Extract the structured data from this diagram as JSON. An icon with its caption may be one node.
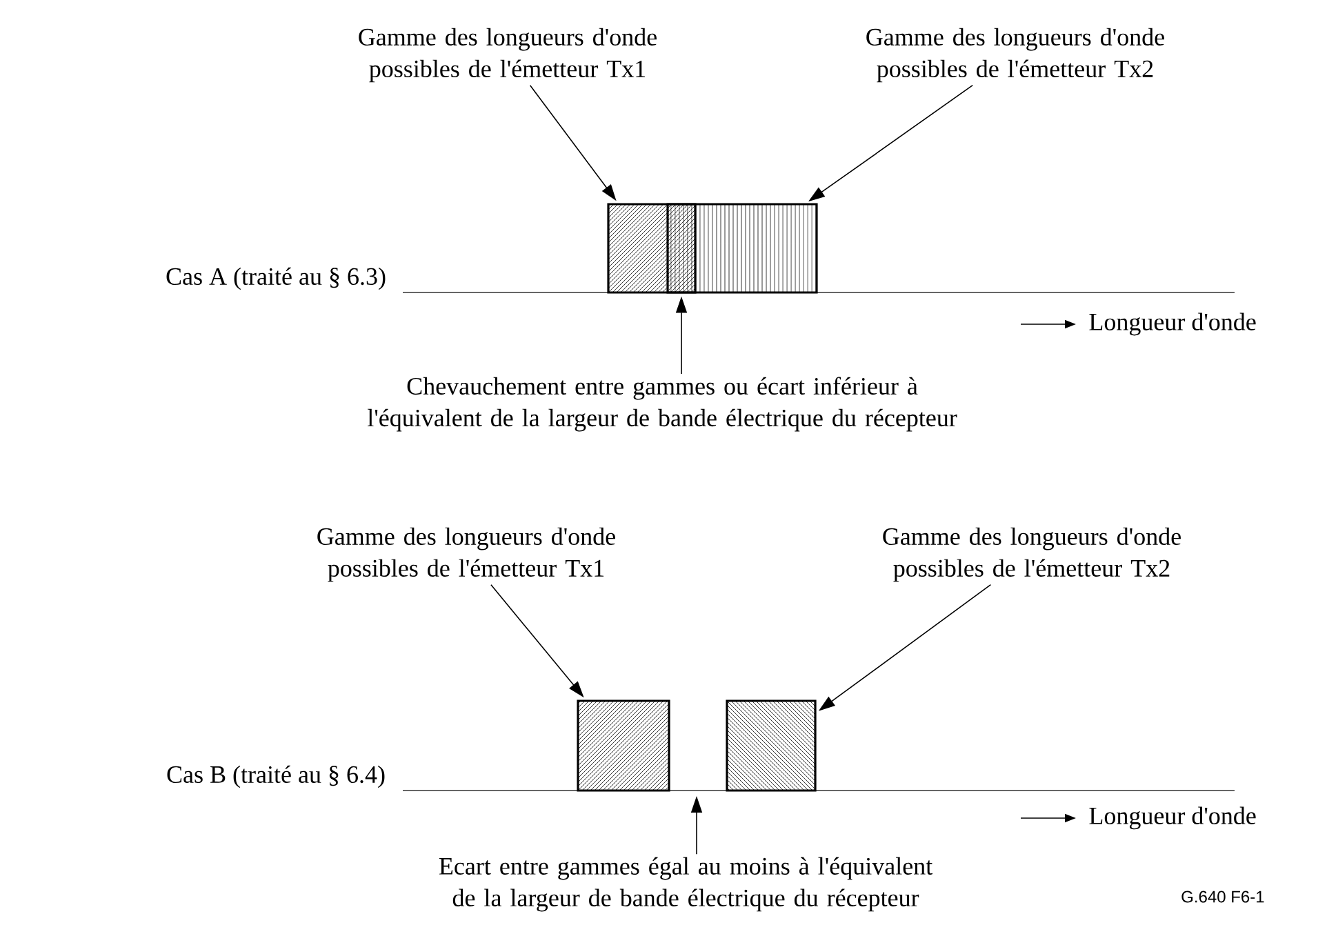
{
  "diagram": {
    "nodes": [
      {
        "text": [
          "Gamme des longueurs d'onde possibles de l'émetteur Tx1"
        ]
      },
      {
        "text": [
          "Gamme des longueurs d'onde possibles de l'émetteur Tx2"
        ]
      },
      {
        "text": [],
        "shape": "box"
      },
      {
        "text": [],
        "shape": "box"
      },
      {
        "text": [
          "Chevauchement entre gammes ou écart inférieur à l'équivalent de la largeur de bande électrique du récepteur"
        ]
      },
      {
        "text": [
          "Gamme des longueurs d'onde possibles de l'émetteur Tx1"
        ]
      },
      {
        "text": [
          "Gamme des longueurs d'onde possibles de l'émetteur Tx2"
        ]
      },
      {
        "text": [],
        "shape": "box"
      },
      {
        "text": [],
        "shape": "box"
      },
      {
        "text": [
          "Ecart entre gammes égal au moins à l'équivalent de la largeur de bande électrique du récepteur"
        ]
      }
    ],
    "edges": [
      {
        "from": 0,
        "to": 2,
        "arrow": "to"
      },
      {
        "from": 1,
        "to": 3,
        "arrow": "to"
      },
      {
        "from": 4,
        "to": 2,
        "arrow": "to"
      },
      {
        "from": 5,
        "to": 7,
        "arrow": "to"
      },
      {
        "from": 6,
        "to": 8,
        "arrow": "to"
      },
      {
        "from": 9,
        "to": null,
        "arrow": "to"
      }
    ],
    "labels": [
      "Cas A (traité au § 6.3)",
      "Longueur d'onde",
      "Cas B (traité au § 6.4)",
      "Longueur d'onde",
      "G.640 F6-1"
    ]
  }
}
